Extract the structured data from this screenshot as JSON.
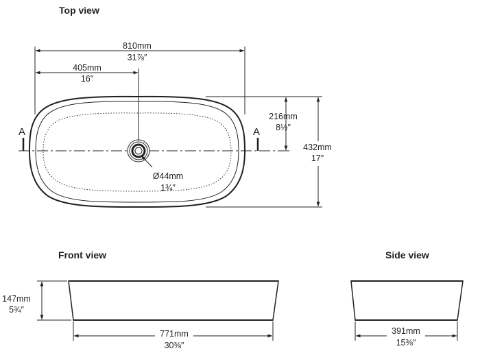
{
  "views": {
    "top": "Top view",
    "front": "Front view",
    "side": "Side view"
  },
  "section_marker": "A",
  "top_view": {
    "overall_length": {
      "mm": "810mm",
      "inch": "31⅞″"
    },
    "drain_offset": {
      "mm": "405mm",
      "inch": "16″"
    },
    "half_width": {
      "mm": "216mm",
      "inch": "8½″"
    },
    "overall_width": {
      "mm": "432mm",
      "inch": "17″"
    },
    "drain_diameter": {
      "mm": "Ø44mm",
      "inch": "1¾″"
    }
  },
  "front_view": {
    "height": {
      "mm": "147mm",
      "inch": "5¾″"
    },
    "base_length": {
      "mm": "771mm",
      "inch": "30⅜″"
    }
  },
  "side_view": {
    "base_width": {
      "mm": "391mm",
      "inch": "15⅜″"
    }
  }
}
